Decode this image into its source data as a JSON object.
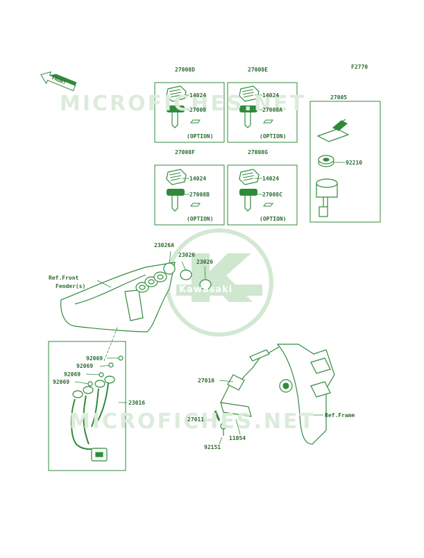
{
  "figure_code": "F2770",
  "watermark_text": "MICROFICHES.NET",
  "brand_logo_text": "Kawasaki",
  "front_arrow_label": "FRONT",
  "colors": {
    "line": "#2f8a3a",
    "text": "#2c6a30",
    "watermark": "#dcecdc",
    "logo": "#cfe6cf",
    "background": "#ffffff"
  },
  "key_sets": [
    {
      "title": "27008D",
      "key_cap": "14024",
      "key": "27008",
      "note": "(OPTION)"
    },
    {
      "title": "27008E",
      "key_cap": "14024",
      "key": "27008A",
      "note": "(OPTION)"
    },
    {
      "title": "27008F",
      "key_cap": "14024",
      "key": "27008B",
      "note": "(OPTION)"
    },
    {
      "title": "27008G",
      "key_cap": "14024",
      "key": "27008C",
      "note": "(OPTION)"
    }
  ],
  "ignition_switch": {
    "title": "27005",
    "nut": "92210"
  },
  "part_labels": {
    "grommet_a": "23026A",
    "grommet": "23026",
    "grommet_b": "23026",
    "ref_front_fender_1": "Ref.Front",
    "ref_front_fender_2": "Fender(s)",
    "screw_1": "92069",
    "screw_2": "92069",
    "screw_3": "92069",
    "screw_4": "92069",
    "harness": "23016",
    "lock_assy": "27010",
    "spring": "27011",
    "plate": "11054",
    "bolt": "92151",
    "ref_frame": "Ref.Frame"
  }
}
